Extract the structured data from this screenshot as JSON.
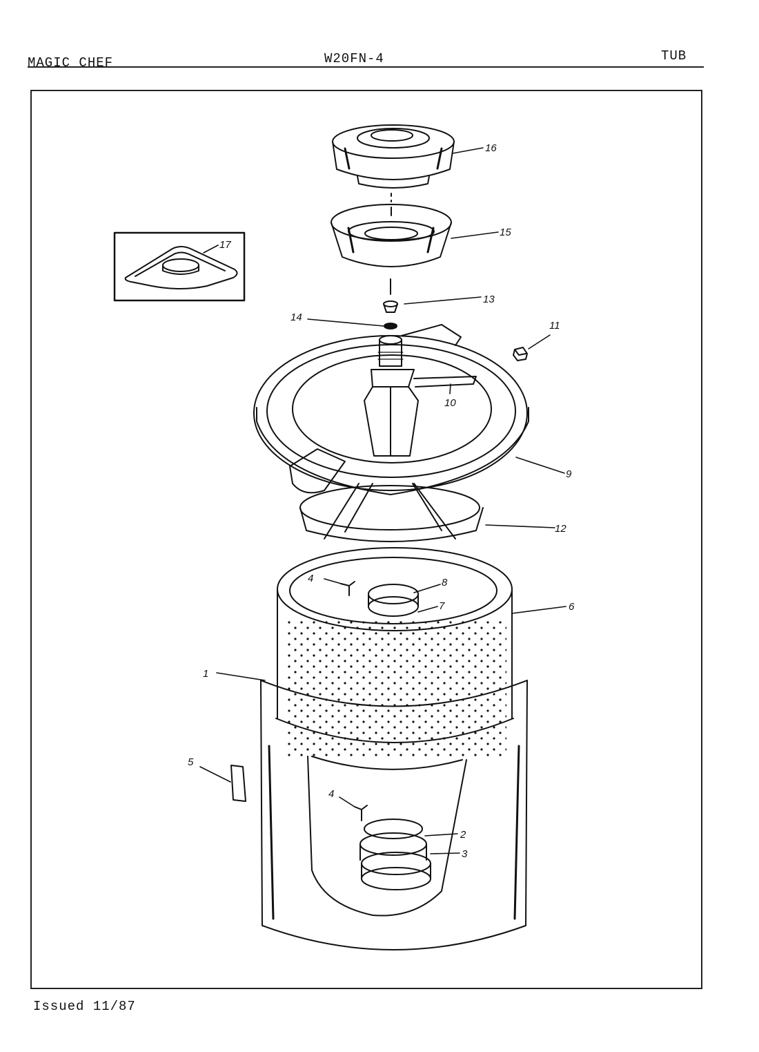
{
  "header": {
    "brand": "MAGIC CHEF",
    "model": "W20FN-4",
    "section": "TUB"
  },
  "footer": {
    "issued": "Issued 11/87"
  },
  "callouts": [
    {
      "id": "c16",
      "label": "16"
    },
    {
      "id": "c15",
      "label": "15"
    },
    {
      "id": "c17",
      "label": "17"
    },
    {
      "id": "c13",
      "label": "13"
    },
    {
      "id": "c14",
      "label": "14"
    },
    {
      "id": "c11",
      "label": "11"
    },
    {
      "id": "c10",
      "label": "10"
    },
    {
      "id": "c9",
      "label": "9"
    },
    {
      "id": "c12",
      "label": "12"
    },
    {
      "id": "c4a",
      "label": "4"
    },
    {
      "id": "c8",
      "label": "8"
    },
    {
      "id": "c7",
      "label": "7"
    },
    {
      "id": "c6",
      "label": "6"
    },
    {
      "id": "c1",
      "label": "1"
    },
    {
      "id": "c5",
      "label": "5"
    },
    {
      "id": "c4b",
      "label": "4"
    },
    {
      "id": "c2",
      "label": "2"
    },
    {
      "id": "c3",
      "label": "3"
    }
  ]
}
